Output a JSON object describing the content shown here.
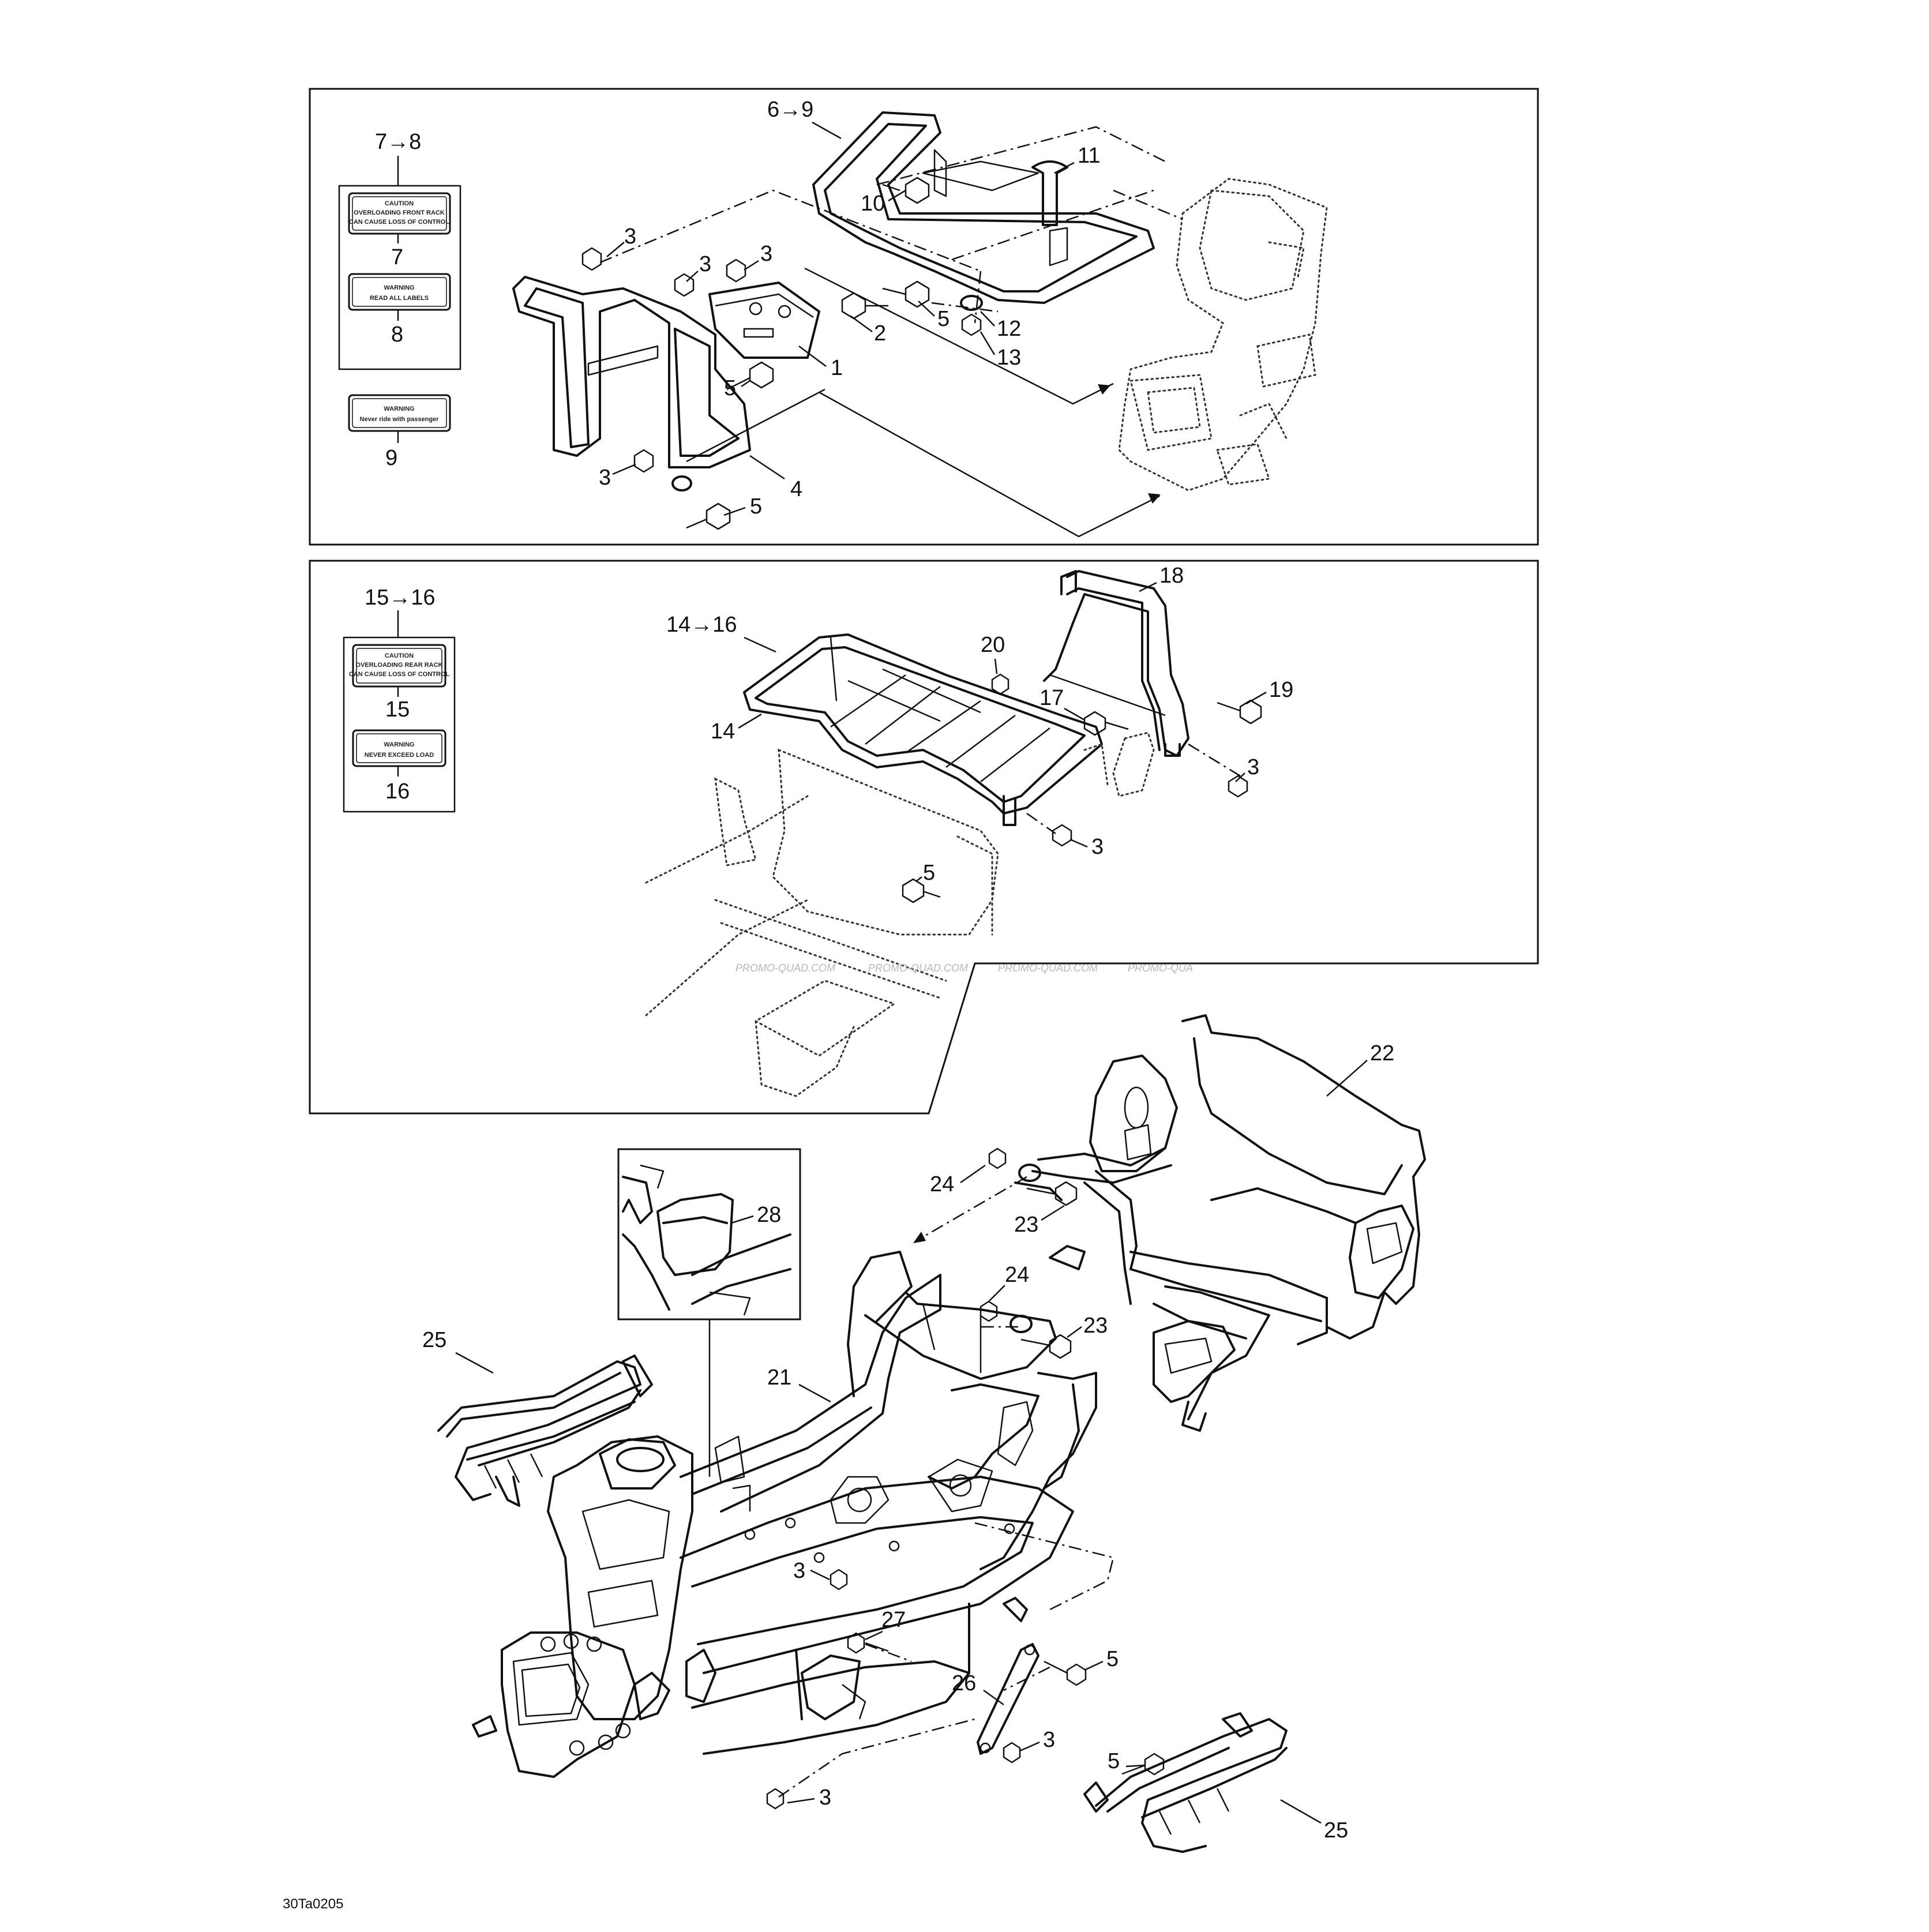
{
  "figure_id": "30Ta0205",
  "watermark": [
    "PROMO-QUAD.COM",
    "PROMO-QUAD.COM",
    "PROMO-QUAD.COM",
    "PROMO-QUA"
  ],
  "panel_top": {
    "group_7_8": "7→8",
    "group_6_9": "6→9",
    "callouts": {
      "c1": "1",
      "c2": "2",
      "c3a": "3",
      "c3b": "3",
      "c3c": "3",
      "c3d": "3",
      "c4": "4",
      "c5a": "5",
      "c5b": "5",
      "c5c": "5",
      "c7": "7",
      "c8": "8",
      "c9": "9",
      "c10": "10",
      "c11": "11",
      "c12": "12",
      "c13": "13"
    },
    "decals": {
      "d7": [
        "CAUTION",
        "OVERLOADING FRONT RACK",
        "CAN CAUSE LOSS OF CONTROL"
      ],
      "d8": [
        "WARNING",
        "READ ALL LABELS"
      ],
      "d9": [
        "WARNING",
        "Never ride with passenger"
      ]
    }
  },
  "panel_mid": {
    "group_15_16": "15→16",
    "group_14_16": "14→16",
    "callouts": {
      "c3a": "3",
      "c3b": "3",
      "c5": "5",
      "c14": "14",
      "c15": "15",
      "c16": "16",
      "c17": "17",
      "c18": "18",
      "c19": "19",
      "c20": "20"
    },
    "decals": {
      "d15": [
        "CAUTION",
        "OVERLOADING REAR RACK",
        "CAN CAUSE LOSS OF CONTROL"
      ],
      "d16": [
        "WARNING",
        "NEVER EXCEED LOAD"
      ]
    }
  },
  "frame": {
    "callouts": {
      "c21": "21",
      "c22": "22",
      "c23a": "23",
      "c23b": "23",
      "c24a": "24",
      "c24b": "24",
      "c25a": "25",
      "c25b": "25",
      "c26": "26",
      "c27": "27",
      "c28": "28",
      "c3a": "3",
      "c3b": "3",
      "c3c": "3",
      "c5a": "5",
      "c5b": "5"
    }
  }
}
